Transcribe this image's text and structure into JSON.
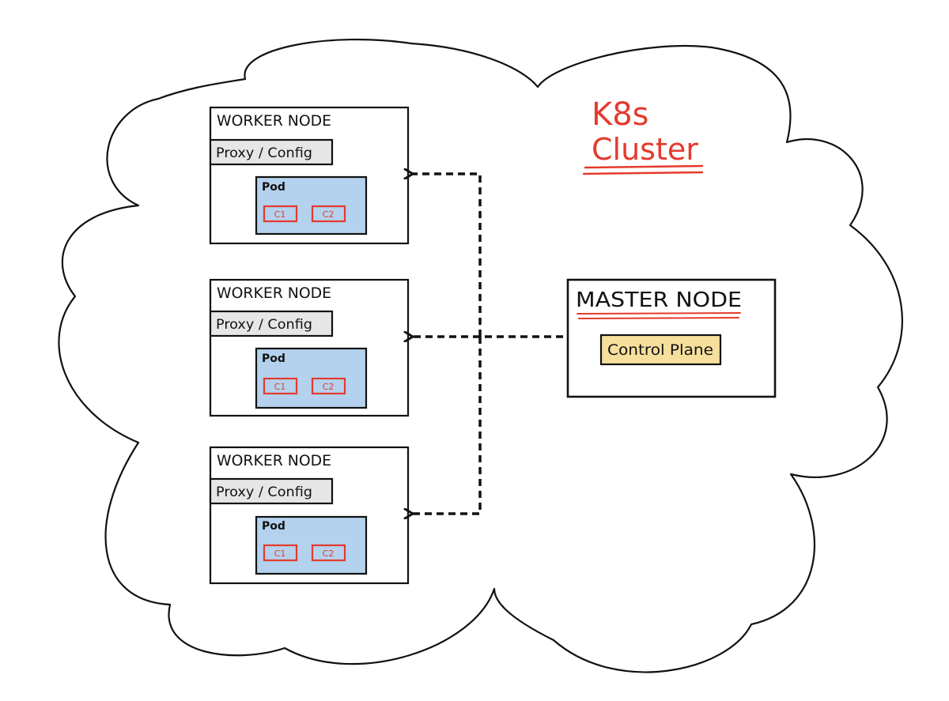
{
  "colors": {
    "ink": "#111111",
    "accent_red": "#e53a2e",
    "pod_fill": "#b4d2ee",
    "proxy_fill": "#e6e6e6",
    "control_plane_fill": "#f6df9c"
  },
  "cluster": {
    "title_line1": "K8s",
    "title_line2": "Cluster"
  },
  "worker_nodes": [
    {
      "title": "WORKER NODE",
      "proxy_label": "Proxy / Config",
      "pod": {
        "label": "Pod",
        "containers": [
          "C1",
          "C2"
        ]
      }
    },
    {
      "title": "WORKER NODE",
      "proxy_label": "Proxy / Config",
      "pod": {
        "label": "Pod",
        "containers": [
          "C1",
          "C2"
        ]
      }
    },
    {
      "title": "WORKER NODE",
      "proxy_label": "Proxy / Config",
      "pod": {
        "label": "Pod",
        "containers": [
          "C1",
          "C2"
        ]
      }
    }
  ],
  "master_node": {
    "title": "MASTER NODE",
    "control_plane_label": "Control Plane"
  }
}
